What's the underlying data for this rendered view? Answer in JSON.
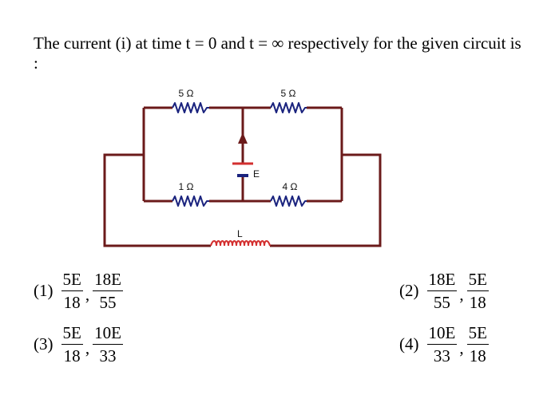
{
  "question": {
    "text": "The current (i) at time t = 0 and t = ∞ respectively for the given circuit is :"
  },
  "circuit": {
    "r_top_left": "5 Ω",
    "r_top_right": "5 Ω",
    "r_bottom_left": "1 Ω",
    "r_bottom_right": "4 Ω",
    "battery_label": "E",
    "inductor_label": "L",
    "wire_color": "#6b1a1a",
    "component_color": "#1a237e",
    "inductor_color": "#d32f2f"
  },
  "options": [
    {
      "label": "(1)",
      "a_num": "5E",
      "a_den": "18",
      "b_num": "18E",
      "b_den": "55"
    },
    {
      "label": "(2)",
      "a_num": "18E",
      "a_den": "55",
      "b_num": "5E",
      "b_den": "18"
    },
    {
      "label": "(3)",
      "a_num": "5E",
      "a_den": "18",
      "b_num": "10E",
      "b_den": "33"
    },
    {
      "label": "(4)",
      "a_num": "10E",
      "a_den": "33",
      "b_num": "5E",
      "b_den": "18"
    }
  ]
}
